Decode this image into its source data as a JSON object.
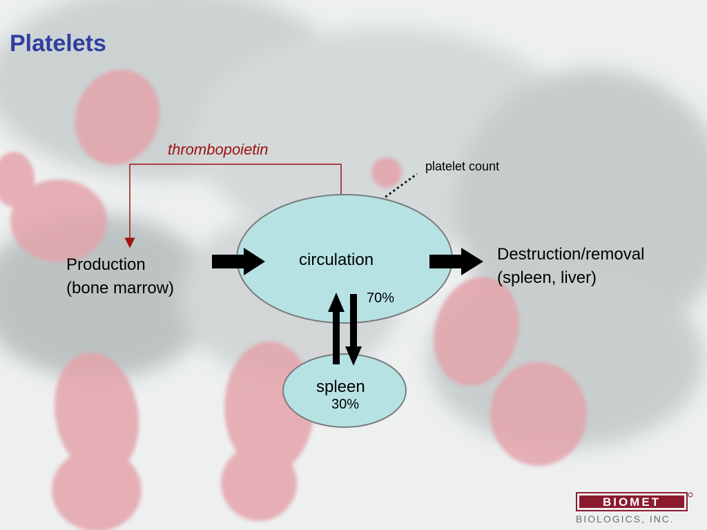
{
  "slide": {
    "title": "Platelets"
  },
  "diagram": {
    "thrombopoietin": "thrombopoietin",
    "platelet_count": "platelet count",
    "production_line1": "Production",
    "production_line2": "(bone marrow)",
    "circulation": "circulation",
    "destruction_line1": "Destruction/removal",
    "destruction_line2": "(spleen, liver)",
    "circulation_pct": "70%",
    "spleen": "spleen",
    "spleen_pct": "30%"
  },
  "logo": {
    "mark": "BIOMET",
    "company": "BIOLOGICS, INC."
  },
  "colors": {
    "title": "#2f3fa0",
    "thrombopoietin": "#a01010",
    "node_fill": "#b7e2e4",
    "node_stroke": "#7a7a7a",
    "logo": "#8b1a2e"
  }
}
